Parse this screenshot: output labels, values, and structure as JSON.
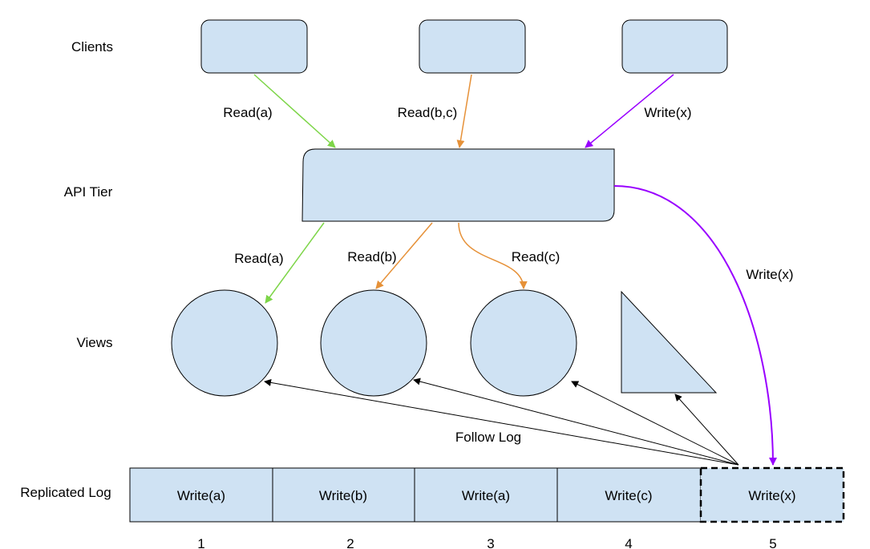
{
  "layer_labels": {
    "clients": "Clients",
    "api_tier": "API Tier",
    "views": "Views",
    "replicated_log": "Replicated Log"
  },
  "edge_labels": {
    "client_read_a": "Read(a)",
    "client_read_bc": "Read(b,c)",
    "client_write_x": "Write(x)",
    "api_read_a": "Read(a)",
    "api_read_b": "Read(b)",
    "api_read_c": "Read(c)",
    "api_write_x": "Write(x)",
    "follow_log": "Follow Log"
  },
  "log": {
    "entries": [
      "Write(a)",
      "Write(b)",
      "Write(a)",
      "Write(c)",
      "Write(x)"
    ],
    "indices": [
      "1",
      "2",
      "3",
      "4",
      "5"
    ]
  },
  "colors": {
    "node_fill": "#cfe2f3",
    "read_a": "#7dd548",
    "read_bc": "#e69138",
    "write_x": "#9900ff",
    "follow": "#000000"
  }
}
